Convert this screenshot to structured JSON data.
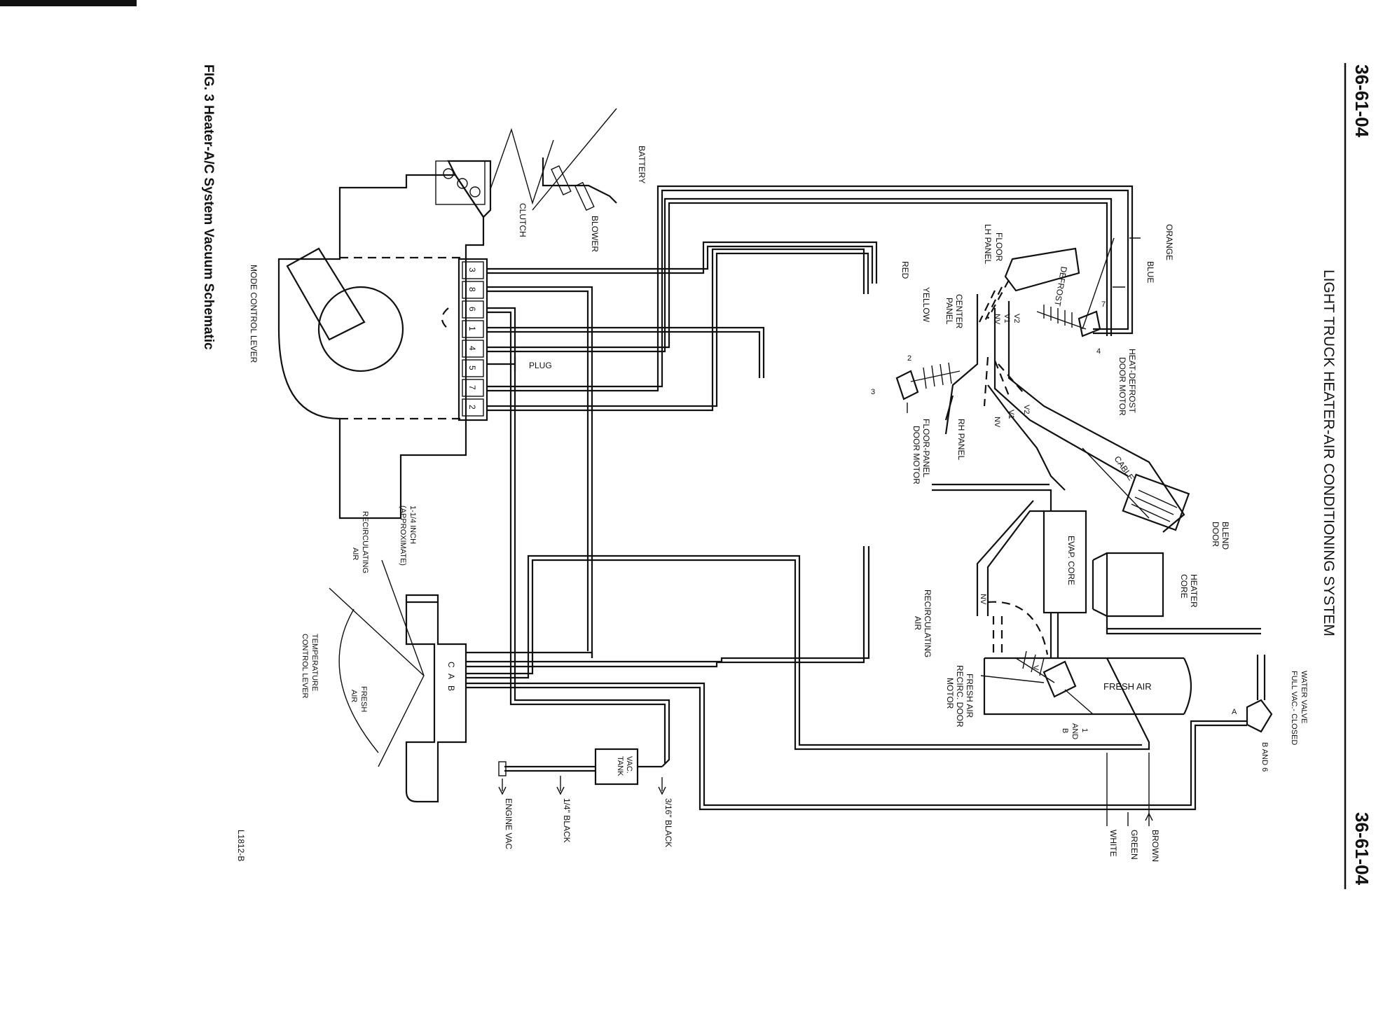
{
  "page": {
    "section_number_top": "36-61-04",
    "section_number_bottom": "36-61-04",
    "header_title": "LIGHT TRUCK HEATER-AIR CONDITIONING SYSTEM",
    "figure_caption": "FIG. 3  Heater-A/C System Vacuum Schematic",
    "figure_code": "L1812-B"
  },
  "labels": {
    "battery": "BATTERY",
    "blower": "BLOWER",
    "clutch": "CLUTCH",
    "mode_control_lever": "MODE CONTROL LEVER",
    "plug": "PLUG",
    "orange": "ORANGE",
    "blue": "BLUE",
    "red": "RED",
    "yellow": "YELLOW",
    "floor": "FLOOR",
    "lh_panel": "LH PANEL",
    "defrost": "DEFROST",
    "center_panel_1": "CENTER",
    "center_panel_2": "PANEL",
    "rh_panel": "RH PANEL",
    "heat_defrost_motor_1": "HEAT-DEFROST",
    "heat_defrost_motor_2": "DOOR MOTOR",
    "floor_panel_motor_1": "FLOOR-PANEL",
    "floor_panel_motor_2": "DOOR MOTOR",
    "cable": "CABLE",
    "blend_door_1": "BLEND",
    "blend_door_2": "DOOR",
    "heater_core_1": "HEATER",
    "heater_core_2": "CORE",
    "evap_core": "EVAP. CORE",
    "recirculating_air_right_1": "RECIRCULATING",
    "recirculating_air_right_2": "AIR",
    "fresh_air": "FRESH AIR",
    "fresh_air_motor_1": "FRESH AIR",
    "fresh_air_motor_2": "RECIRC. DOOR",
    "fresh_air_motor_3": "MOTOR",
    "water_valve_1": "WATER VALVE",
    "water_valve_2": "FULL VAC.- CLOSED",
    "b_and_6": "B AND 6",
    "one_and_b_1": "1",
    "one_and_b_2": "AND",
    "one_and_b_3": "B",
    "brown": "BROWN",
    "green": "GREEN",
    "white": "WHITE",
    "vac_tank_1": "VAC.",
    "vac_tank_2": "TANK",
    "black_316": "3/16\" BLACK",
    "black_14": "1/4\" BLACK",
    "engine_vac": "ENGINE VAC",
    "inch_1": "1-1/4 INCH",
    "inch_2": "(APPROXIMATE)",
    "recirc_left_1": "RECIRCULATING",
    "recirc_left_2": "AIR",
    "fresh_left_1": "FRESH",
    "fresh_left_2": "AIR",
    "temp_lever_1": "TEMPERATURE",
    "temp_lever_2": "CONTROL LEVER"
  },
  "port_numbers": [
    "3",
    "8",
    "6",
    "1",
    "4",
    "5",
    "7",
    "2"
  ],
  "temp_ports": [
    "C",
    "A",
    "B"
  ],
  "callouts": {
    "n7": "7",
    "n4": "4",
    "n2": "2",
    "n3": "3",
    "v2a": "V2",
    "v1a": "V1",
    "nva": "NV",
    "v2b": "V2",
    "v1b": "V1",
    "nvb": "NV",
    "nv_recirc": "NV",
    "v_recirc": "V",
    "a_valve": "A"
  }
}
